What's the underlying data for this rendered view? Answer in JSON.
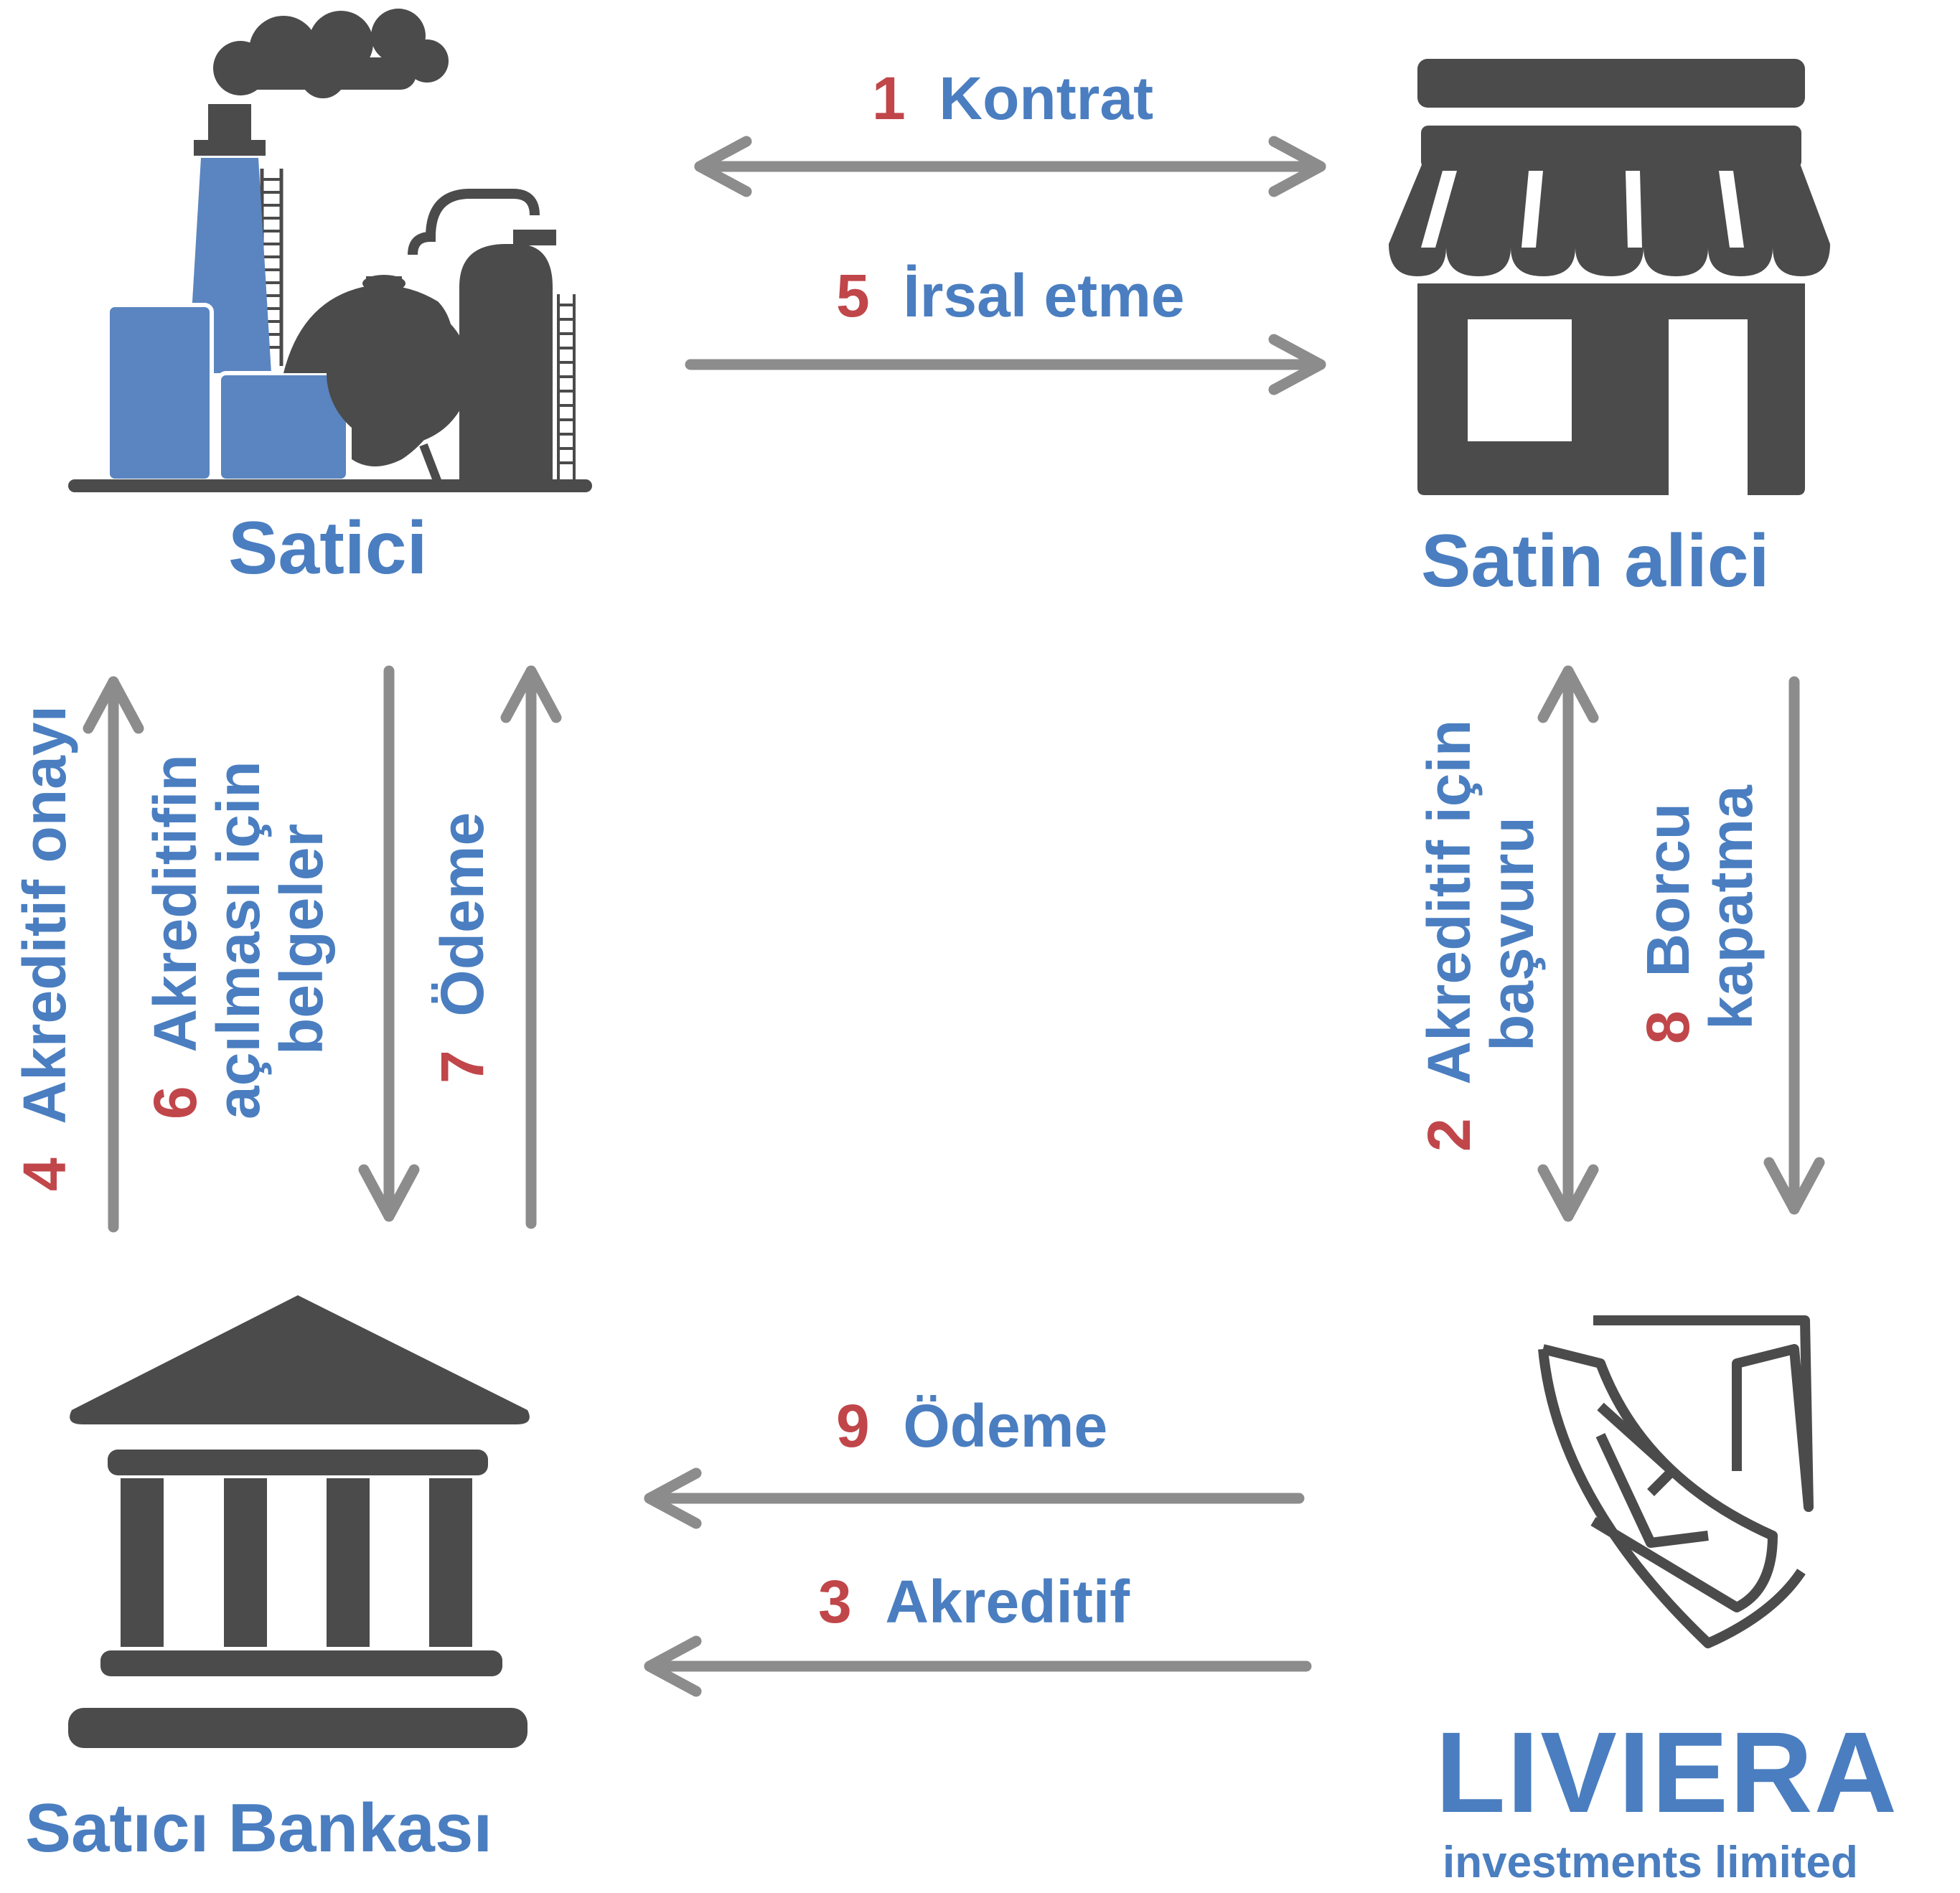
{
  "colors": {
    "number": "#c0464a",
    "text": "#4a7ec0",
    "arrow": "#8c8c8c",
    "icon_dark": "#4b4b4b",
    "icon_blue": "#5a85c0"
  },
  "entities": {
    "seller": "Satici",
    "buyer": "Satin alici",
    "seller_bank": "Satıcı Bankası",
    "company": "LIVIERA",
    "company_sub": "investments limited"
  },
  "steps": {
    "s1": {
      "num": "1",
      "label": "Kontrat"
    },
    "s2": {
      "num": "2",
      "line1": "Akreditif için",
      "line2": "başvuru"
    },
    "s3": {
      "num": "3",
      "label": "Akreditif"
    },
    "s4": {
      "num": "4",
      "label": "Akreditif onayı"
    },
    "s5": {
      "num": "5",
      "label": "İrsal etme"
    },
    "s6": {
      "num": "6",
      "line1": "Akreditifin",
      "line2": "açılması için",
      "line3": "belgeler"
    },
    "s7": {
      "num": "7",
      "label": "Ödeme"
    },
    "s8": {
      "num": "8",
      "line1": "Borcu",
      "line2": "kapatma"
    },
    "s9": {
      "num": "9",
      "label": "Ödeme"
    }
  },
  "icons": {
    "seller": "factory-icon",
    "buyer": "store-icon",
    "seller_bank": "bank-icon",
    "company": "liviera-shield-logo"
  }
}
